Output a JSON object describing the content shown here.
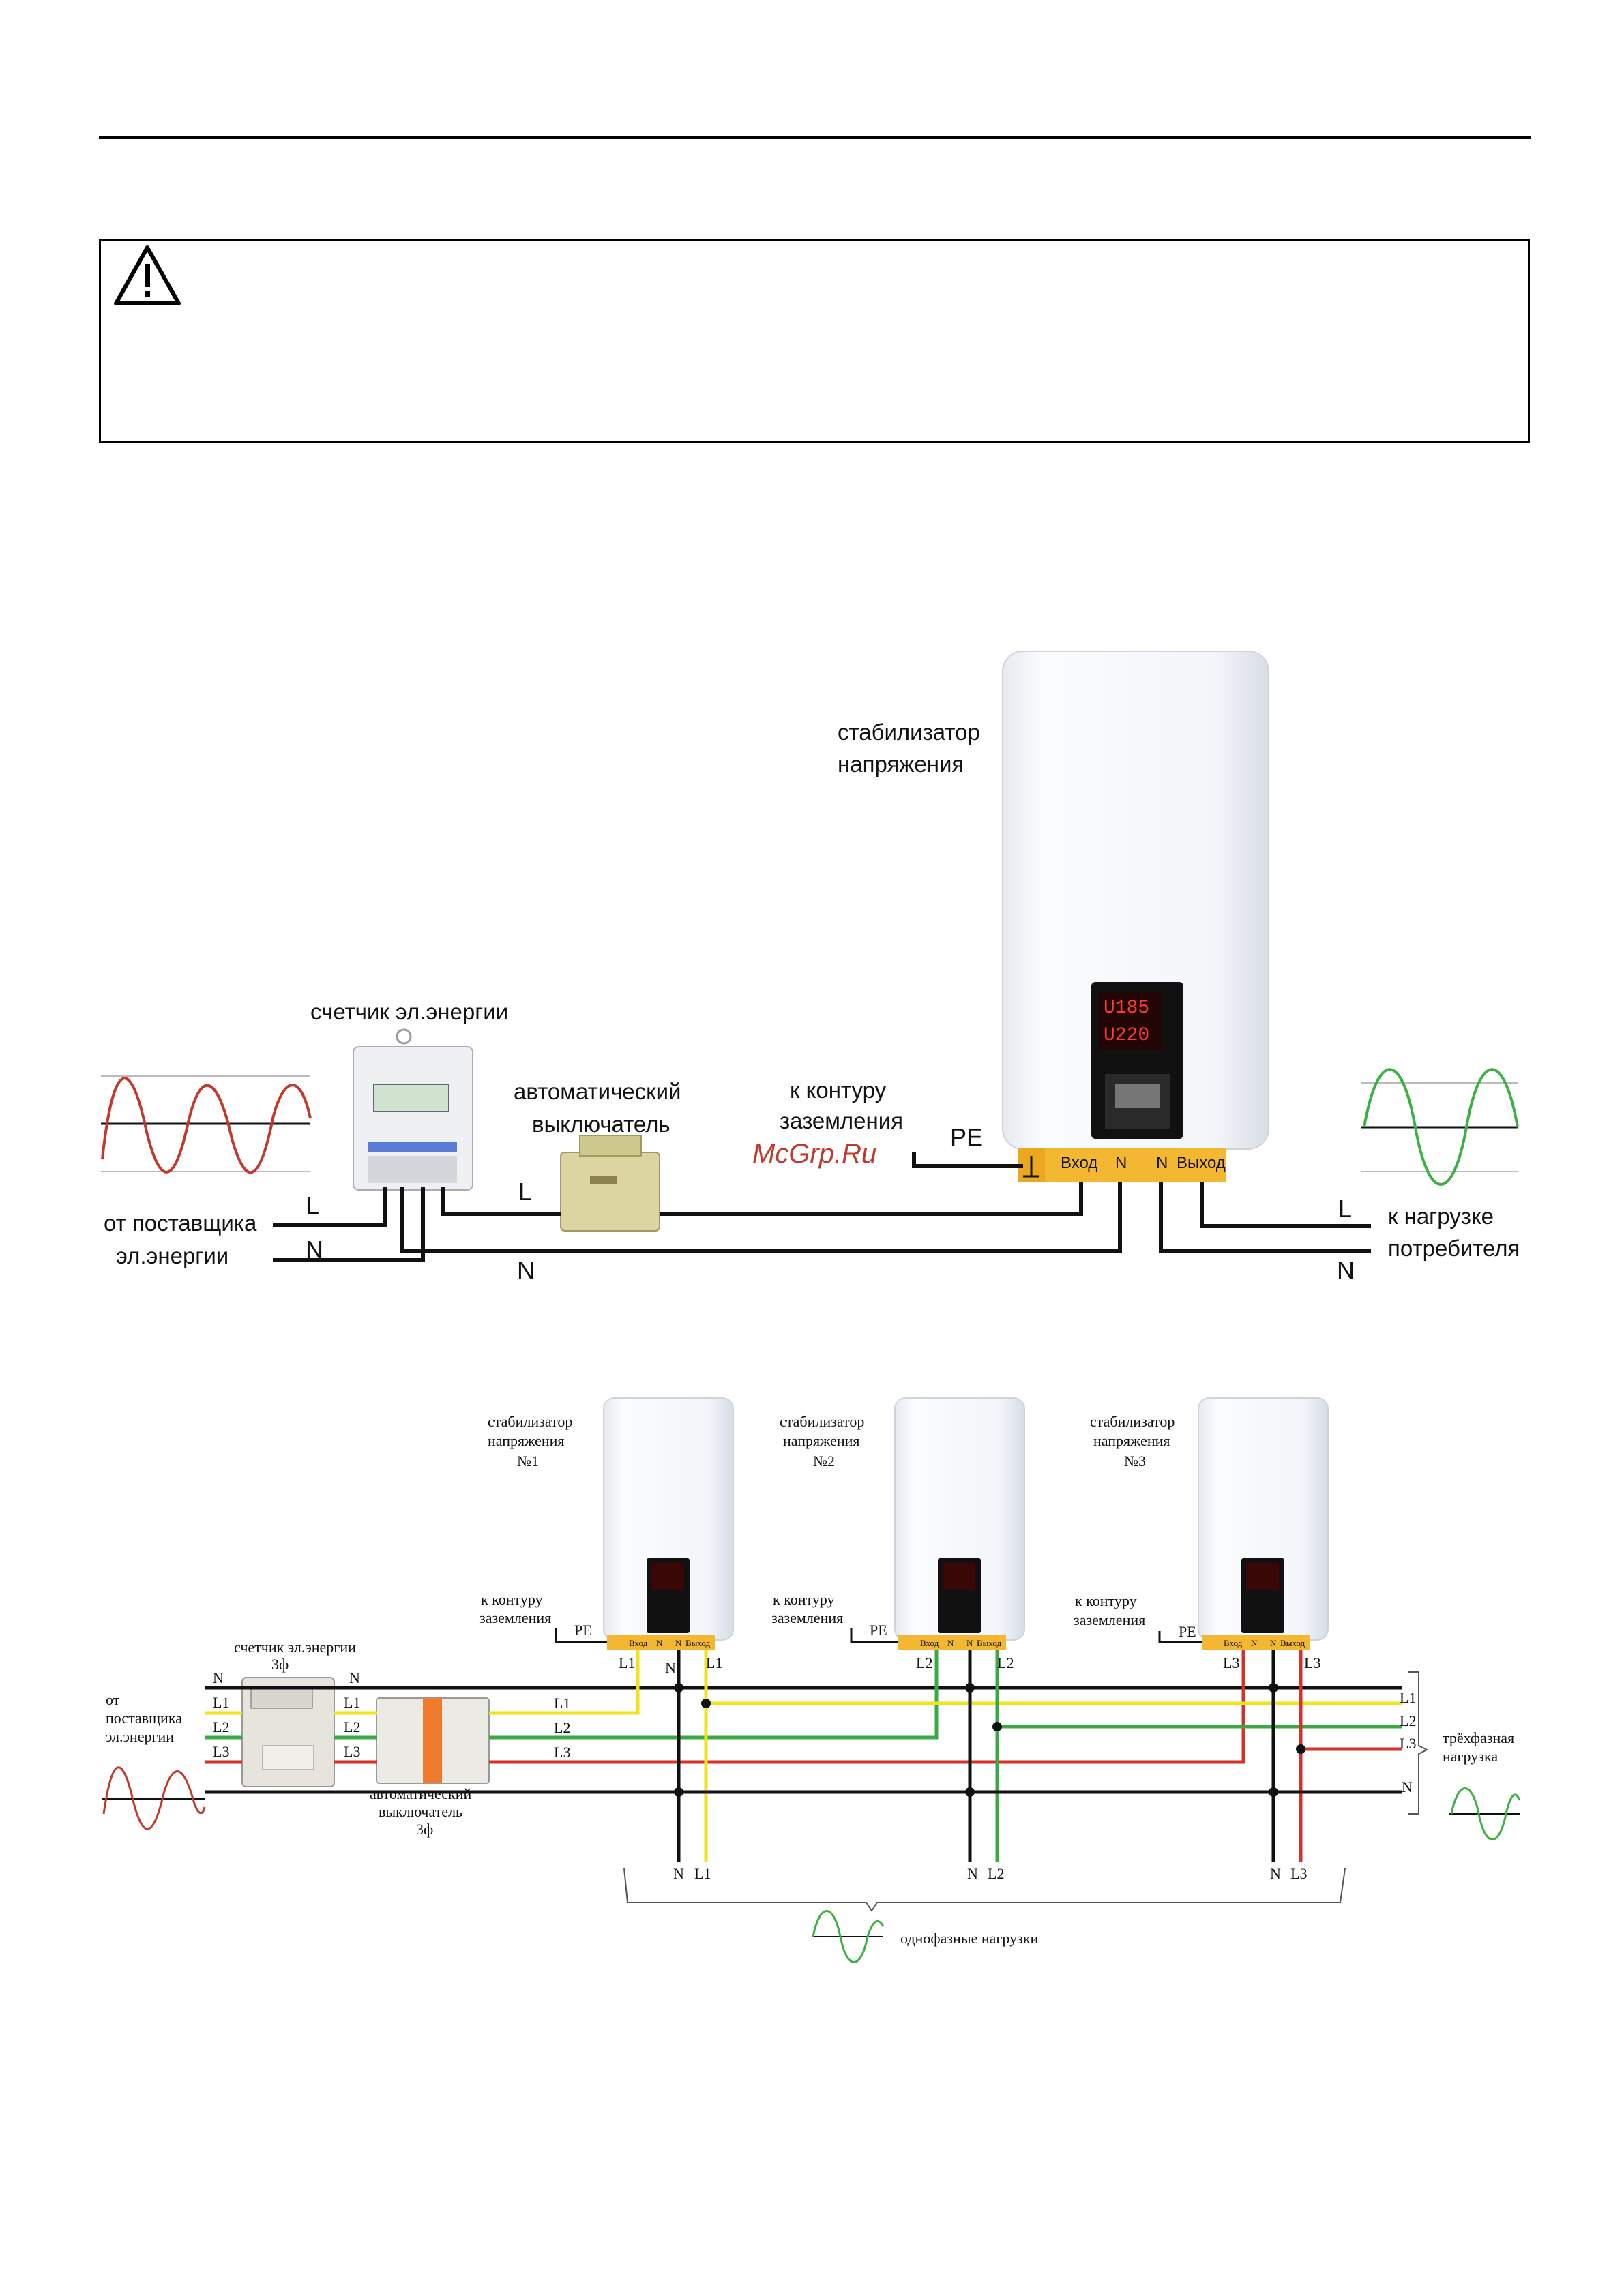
{
  "colors": {
    "line_black": "#111111",
    "l1_yellow": "#f2e21a",
    "l2_green": "#3aa844",
    "l3_red": "#d6322b",
    "terminal_orange": "#f4b731",
    "watermark": "#c0392b",
    "wave_bad": "#c0392b",
    "wave_good": "#3cb043"
  },
  "warning": {
    "icon": "warning-triangle-icon"
  },
  "diagram1": {
    "stabilizer_label_1": "стабилизатор",
    "stabilizer_label_2": "напряжения",
    "display_top": "U185",
    "display_bottom": "U220",
    "meter_label": "счетчик эл.энергии",
    "breaker_label_1": "автоматический",
    "breaker_label_2": "выключатель",
    "ground_label_1": "к контуру",
    "ground_label_2": "заземления",
    "pe": "PE",
    "watermark": "McGrp.Ru",
    "term_in": "Вход",
    "term_n1": "N",
    "term_n2": "N",
    "term_out": "Выход",
    "source_label_1": "от поставщика",
    "source_label_2": "эл.энергии",
    "load_label_1": "к нагрузке",
    "load_label_2": "потребителя",
    "wire_l_left": "L",
    "wire_n_left": "N",
    "wire_l_mid": "L",
    "wire_n_mid": "N",
    "wire_l_right": "L",
    "wire_n_right": "N"
  },
  "diagram2": {
    "stab1": [
      "стабилизатор",
      "напряжения",
      "№1"
    ],
    "stab2": [
      "стабилизатор",
      "напряжения",
      "№2"
    ],
    "stab3": [
      "стабилизатор",
      "напряжения",
      "№3"
    ],
    "ground": [
      "к контуру",
      "заземления"
    ],
    "pe": "PE",
    "term": [
      "Вход",
      "N",
      "N",
      "Выход"
    ],
    "meter_label_1": "счетчик эл.энергии",
    "meter_label_2": "3ф",
    "source": [
      "от",
      "поставщика",
      "эл.энергии"
    ],
    "breaker": [
      "автоматический",
      "выключатель",
      "3ф"
    ],
    "n": "N",
    "l1": "L1",
    "l2": "L2",
    "l3": "L3",
    "three_phase_load": [
      "трёхфазная",
      "нагрузка"
    ],
    "single_phase_loads": "однофазные нагрузки"
  }
}
